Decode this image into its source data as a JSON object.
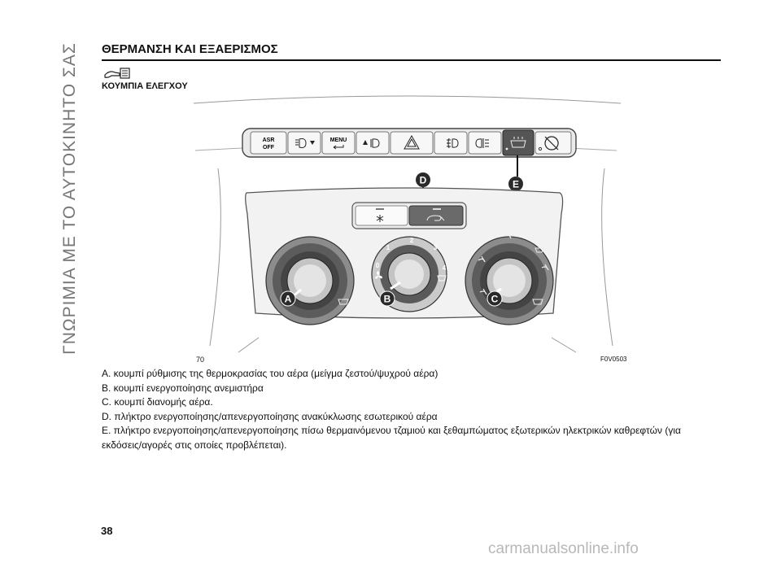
{
  "side_tab": "ΓΝΩΡΙΜΙΑ ΜΕ ΤΟ ΑΥΤΟΚΙΝΗΤΟ ΣΑΣ",
  "title": "ΘΕΡΜΑΝΣΗ ΚΑΙ ΕΞΑΕΡΙΣΜΟΣ",
  "subtitle_icon": "manual-hand-icon",
  "subtitle": "ΚΟΥΜΠΙΑ ΕΛΕΓΧΟΥ",
  "figure": {
    "number": "70",
    "code": "F0V0503",
    "buttons": {
      "asr_line1": "ASR",
      "asr_line2": "OFF",
      "menu": "MENU"
    },
    "callouts": [
      "A",
      "B",
      "C",
      "D",
      "E"
    ],
    "fan_scale": [
      "0",
      "1",
      "2",
      "3",
      "4"
    ]
  },
  "captions": [
    "A. κουμπί ρύθμισης της θερμοκρασίας του αέρα (μείγμα ζεστού/ψυχρού αέρα)",
    "B. κουμπί ενεργοποίησης ανεμιστήρα",
    "C. κουμπί διανομής αέρα.",
    "D. πλήκτρο ενεργοποίησης/απενεργοποίησης ανακύκλωσης εσωτερικού αέρα",
    "E. πλήκτρο ενεργοποίησης/απενεργοποίησης πίσω θερμαινόμενου τζαμιού και ξεθαμπώματος εξωτερικών ηλεκτρικών καθρεφτών (για εκδόσεις/αγορές στις οποίες προβλέπεται)."
  ],
  "page_number": "38",
  "watermark": "carmanualsonline.info"
}
